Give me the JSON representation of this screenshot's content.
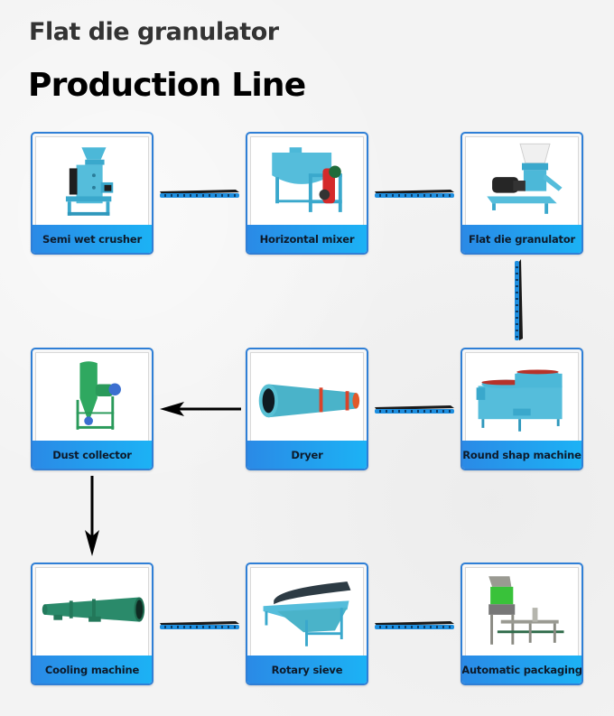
{
  "header": {
    "subtitle": "Flat die granulator",
    "title": "Production Line"
  },
  "colors": {
    "card_border": "#2f7fd6",
    "label_gradient_start": "#2a8ae6",
    "label_gradient_end": "#1cb2f5",
    "machine_blue": "#3fb4d6",
    "machine_green": "#2a9a5a",
    "conveyor_belt": "#1a1a1a",
    "conveyor_frame": "#1e8fe0",
    "arrow": "#000000"
  },
  "steps": [
    {
      "label": "Semi wet crusher",
      "icon": "crusher-icon"
    },
    {
      "label": "Horizontal mixer",
      "icon": "mixer-icon"
    },
    {
      "label": "Flat die granulator",
      "icon": "granulator-icon"
    },
    {
      "label": "Round shap machine",
      "icon": "rounding-machine-icon"
    },
    {
      "label": "Dryer",
      "icon": "rotary-dryer-icon"
    },
    {
      "label": "Dust collector",
      "icon": "dust-collector-icon"
    },
    {
      "label": "Cooling machine",
      "icon": "rotary-cooler-icon"
    },
    {
      "label": "Rotary sieve",
      "icon": "rotary-sieve-icon"
    },
    {
      "label": "Automatic packaging",
      "icon": "packaging-machine-icon"
    }
  ],
  "connectors": [
    {
      "from": "Semi wet crusher",
      "to": "Horizontal mixer",
      "type": "belt-conveyor"
    },
    {
      "from": "Horizontal mixer",
      "to": "Flat die granulator",
      "type": "belt-conveyor"
    },
    {
      "from": "Flat die granulator",
      "to": "Round shap machine",
      "type": "belt-conveyor"
    },
    {
      "from": "Round shap machine",
      "to": "Dryer",
      "type": "belt-conveyor"
    },
    {
      "from": "Dryer",
      "to": "Dust collector",
      "type": "arrow"
    },
    {
      "from": "Dust collector",
      "to": "Cooling machine",
      "type": "arrow"
    },
    {
      "from": "Cooling machine",
      "to": "Rotary sieve",
      "type": "belt-conveyor"
    },
    {
      "from": "Rotary sieve",
      "to": "Automatic packaging",
      "type": "belt-conveyor"
    }
  ]
}
